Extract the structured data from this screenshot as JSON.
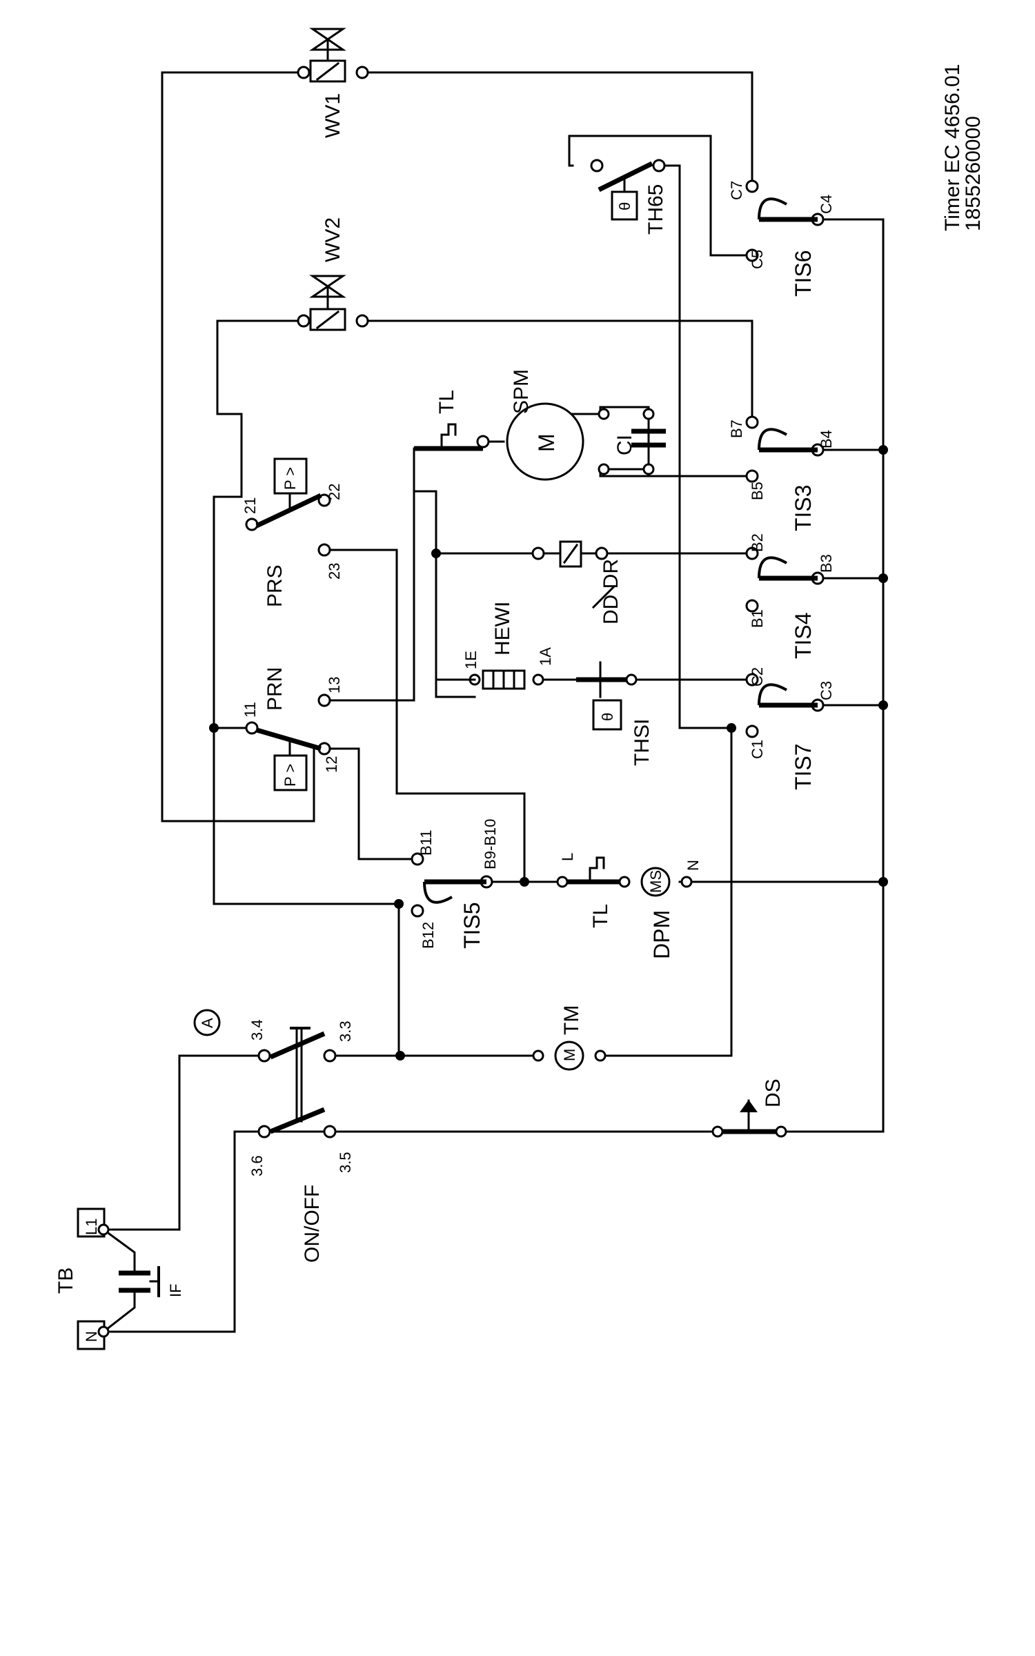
{
  "components": {
    "WV1": "WV1",
    "WV2": "WV2",
    "TH65": "TH65",
    "TIS6": "TIS6",
    "TIS3": "TIS3",
    "TIS4": "TIS4",
    "TIS7": "TIS7",
    "TIS5": "TIS5",
    "SPM": "SPM",
    "TL": "TL",
    "CI": "CI",
    "PRS": "PRS",
    "PRN": "PRN",
    "DD_DR": "DD DR",
    "HEWI": "HEWI",
    "THSI": "THSI",
    "DPM": "DPM",
    "TM": "TM",
    "DS": "DS",
    "ON_OFF": "ON/OFF",
    "TB": "TB",
    "IF": "IF",
    "A": "A"
  },
  "terminals": {
    "C7": "C7",
    "C5": "C5",
    "C4": "C4",
    "B7": "B7",
    "B5": "B5",
    "B4": "B4",
    "B2": "B2",
    "B1": "B1",
    "B3": "B3",
    "C2": "C2",
    "C1": "C1",
    "C3": "C3",
    "B11": "B11",
    "B9_B10": "B9-B10",
    "B12": "B12",
    "t21": "21",
    "t22": "22",
    "t23": "23",
    "t11": "11",
    "t12": "12",
    "t13": "13",
    "t1E": "1E",
    "t1A": "1A",
    "L": "L",
    "N": "N",
    "t34": "3.4",
    "t33": "3.3",
    "t36": "3.6",
    "t35": "3.5",
    "L1": "L1",
    "Nterm": "N"
  },
  "symbols": {
    "motor": "M",
    "pressure": "P >",
    "thermo": "θ",
    "motor_DPM": "MS"
  },
  "title_block": {
    "line1": "Timer EC 4656.01",
    "line2": "1855260000"
  }
}
